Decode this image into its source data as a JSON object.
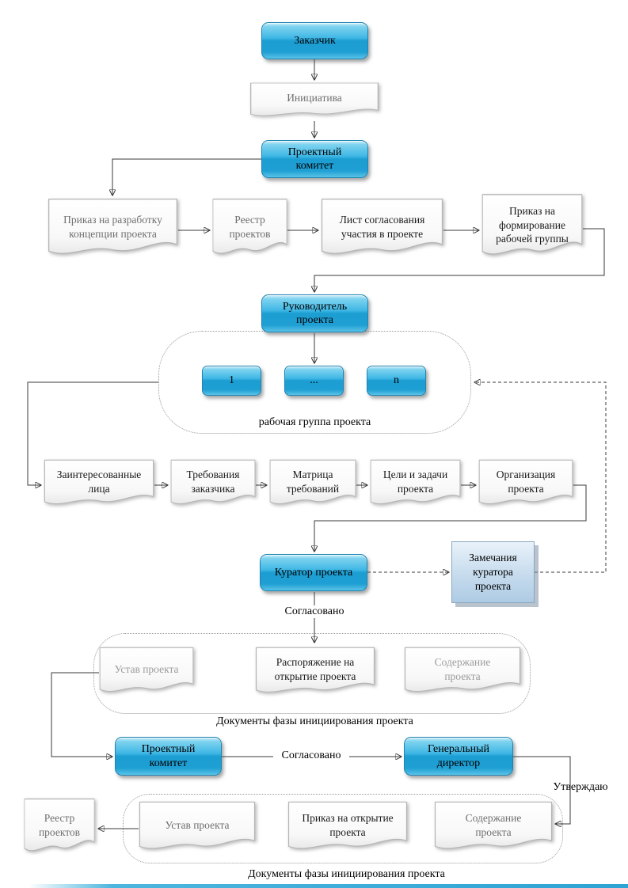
{
  "n": {
    "customer": "Заказчик",
    "initiative": "Инициатива",
    "committee1": "Проектный\nкомитет",
    "doc_concept": "Приказ на разработку\nконцепции проекта",
    "doc_registry1": "Реестр\nпроектов",
    "doc_sheet": "Лист согласования\nучастия в проекте",
    "doc_form_order": "Приказ на\nформирование\nрабочей группы",
    "manager": "Руководитель\nпроекта",
    "member_1": "1",
    "member_dots": "...",
    "member_n": "n",
    "workgroup": "рабочая группа проекта",
    "doc_stakeholders": "Заинтересованные\nлица",
    "doc_customer_req": "Требования\nзаказчика",
    "doc_matrix": "Матрица\nтребований",
    "doc_goals": "Цели и задачи\nпроекта",
    "doc_org": "Организация\nпроекта",
    "curator": "Куратор проекта",
    "remarks": "Замечания\nкуратора\nпроекта",
    "agreed1": "Согласовано",
    "doc_charter1": "Устав проекта",
    "doc_order_open1": "Распоряжение на\nоткрытие проекта",
    "doc_content1": "Содержание\nпроекта",
    "phase_docs1": "Документы фазы инициирования проекта",
    "committee2": "Проектный\nкомитет",
    "agreed2": "Согласовано",
    "director": "Генеральный\nдиректор",
    "approve": "Утверждаю",
    "doc_registry2": "Реестр\nпроектов",
    "doc_charter2": "Устав проекта",
    "doc_order_open2": "Приказ на открытие\nпроекта",
    "doc_content2": "Содержание\nпроекта",
    "phase_docs2": "Документы фазы инициирования проекта"
  },
  "colors": {
    "node_blue": "#1c9ed3",
    "node_border": "#1f84b0",
    "remark_fill": "#c3d9ec",
    "line": "#3a3a3a",
    "doc_border": "#b5b5b5",
    "bottom_bar": "#2ea3d4"
  }
}
